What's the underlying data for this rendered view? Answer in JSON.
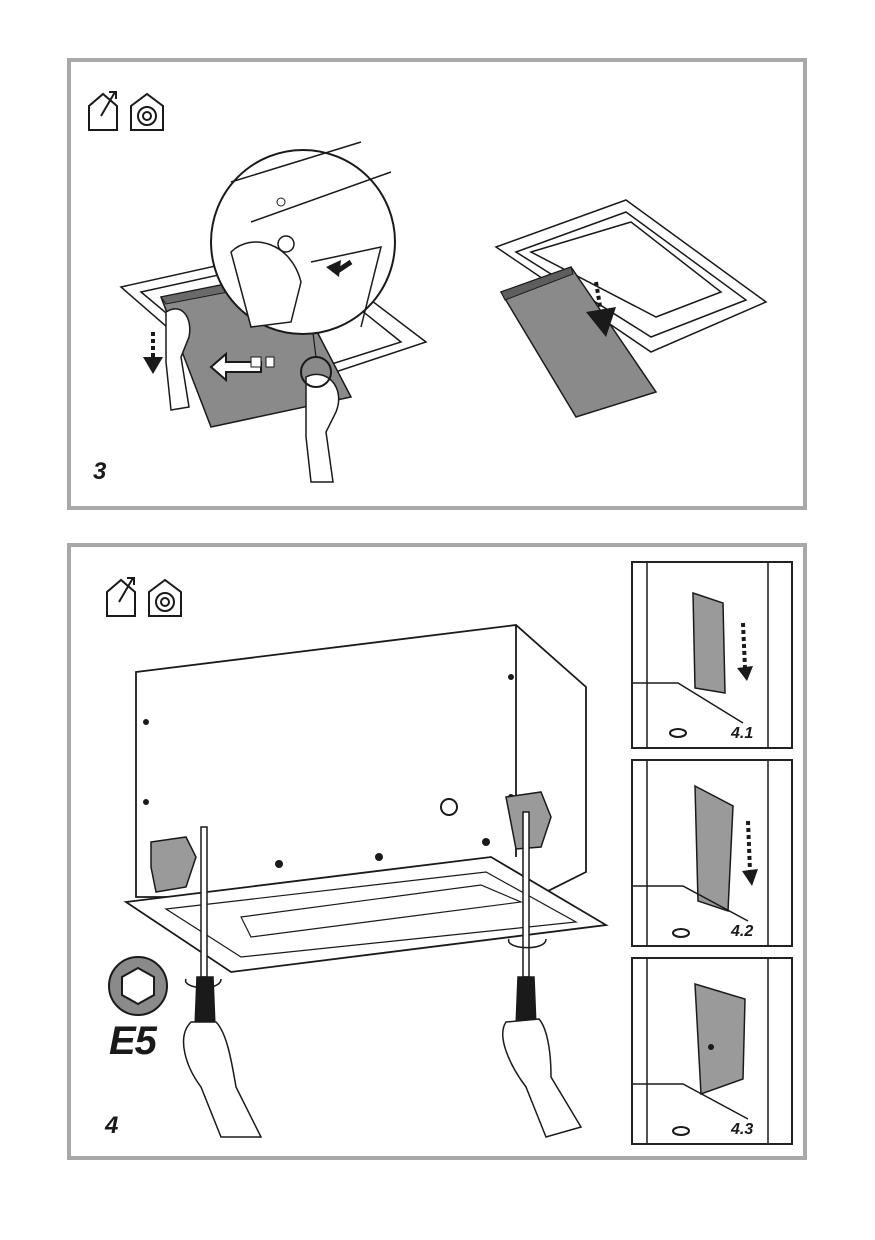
{
  "steps": [
    {
      "number": "3",
      "mode_icons": [
        "ducted-mode-icon",
        "recirculation-mode-icon"
      ]
    },
    {
      "number": "4",
      "mode_icons": [
        "ducted-mode-icon",
        "recirculation-mode-icon"
      ],
      "tool": {
        "icon": "hex-socket-icon",
        "label": "E5"
      },
      "substeps": [
        "4.1",
        "4.2",
        "4.3"
      ]
    }
  ],
  "colors": {
    "frame": "#a8a8a8",
    "line": "#1a1a1a",
    "filter_panel": "#8a8a8a",
    "bracket": "#9a9a9a"
  }
}
